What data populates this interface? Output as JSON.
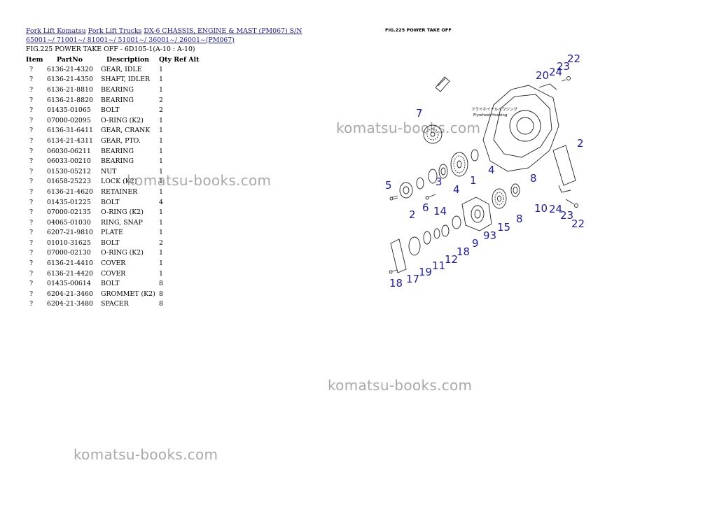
{
  "breadcrumb": {
    "link1": "Fork Lift Komatsu",
    "link2": "Fork Lift Trucks",
    "link3": "DX-6 CHASSIS, ENGINE & MAST (PM067) S/N 65001~/ 71001~/ 81001~/ 51001~/ 36001~/ 26001~(PM067)"
  },
  "fig_title": "FIG.225 POWER TAKE OFF - 6D105-1(A-10 : A-10)",
  "table": {
    "headers": [
      "Item",
      "PartNo",
      "Description",
      "Qty",
      "Ref",
      "Alt"
    ],
    "rows": [
      {
        "item": "?",
        "part": "6136-21-4320",
        "desc": "GEAR, IDLE",
        "qty": "1"
      },
      {
        "item": "?",
        "part": "6136-21-4350",
        "desc": "SHAFT, IDLER",
        "qty": "1"
      },
      {
        "item": "?",
        "part": "6136-21-8810",
        "desc": "BEARING",
        "qty": "1"
      },
      {
        "item": "?",
        "part": "6136-21-8820",
        "desc": "BEARING",
        "qty": "2"
      },
      {
        "item": "?",
        "part": "01435-01065",
        "desc": "BOLT",
        "qty": "2"
      },
      {
        "item": "?",
        "part": "07000-02095",
        "desc": "O-RING (K2)",
        "qty": "1"
      },
      {
        "item": "?",
        "part": "6136-31-6411",
        "desc": "GEAR, CRANK",
        "qty": "1"
      },
      {
        "item": "?",
        "part": "6134-21-4311",
        "desc": "GEAR, PTO.",
        "qty": "1"
      },
      {
        "item": "?",
        "part": "06030-06211",
        "desc": "BEARING",
        "qty": "1"
      },
      {
        "item": "?",
        "part": "06033-00210",
        "desc": "BEARING",
        "qty": "1"
      },
      {
        "item": "?",
        "part": "01530-05212",
        "desc": "NUT",
        "qty": "1"
      },
      {
        "item": "?",
        "part": "01658-25223",
        "desc": "LOCK (K2)",
        "qty": "1"
      },
      {
        "item": "?",
        "part": "6136-21-4620",
        "desc": "RETAINER",
        "qty": "1"
      },
      {
        "item": "?",
        "part": "01435-01225",
        "desc": "BOLT",
        "qty": "4"
      },
      {
        "item": "?",
        "part": "07000-02135",
        "desc": "O-RING (K2)",
        "qty": "1"
      },
      {
        "item": "?",
        "part": "04065-01030",
        "desc": "RING, SNAP",
        "qty": "1"
      },
      {
        "item": "?",
        "part": "6207-21-9810",
        "desc": "PLATE",
        "qty": "1"
      },
      {
        "item": "?",
        "part": "01010-31625",
        "desc": "BOLT",
        "qty": "2"
      },
      {
        "item": "?",
        "part": "07000-02130",
        "desc": "O-RING (K2)",
        "qty": "1"
      },
      {
        "item": "?",
        "part": "6136-21-4410",
        "desc": "COVER",
        "qty": "1"
      },
      {
        "item": "?",
        "part": "6136-21-4420",
        "desc": "COVER",
        "qty": "1"
      },
      {
        "item": "?",
        "part": "01435-00614",
        "desc": "BOLT",
        "qty": "8"
      },
      {
        "item": "?",
        "part": "6204-21-3460",
        "desc": "GROMMET (K2)",
        "qty": "8"
      },
      {
        "item": "?",
        "part": "6204-21-3480",
        "desc": "SPACER",
        "qty": "8"
      }
    ]
  },
  "watermark": "komatsu-books.com",
  "diagram": {
    "caption": "FIG.225 POWER TAKE OFF",
    "note_line1": "フライホイールハウジング",
    "note_line2": "Flywheel Housing",
    "callouts": [
      "22",
      "23",
      "24",
      "20",
      "7",
      "2",
      "4",
      "1",
      "8",
      "3",
      "4",
      "5",
      "6",
      "2",
      "14",
      "10",
      "24",
      "23",
      "22",
      "15",
      "8",
      "93",
      "9",
      "18",
      "12",
      "11",
      "19",
      "17",
      "18"
    ]
  }
}
